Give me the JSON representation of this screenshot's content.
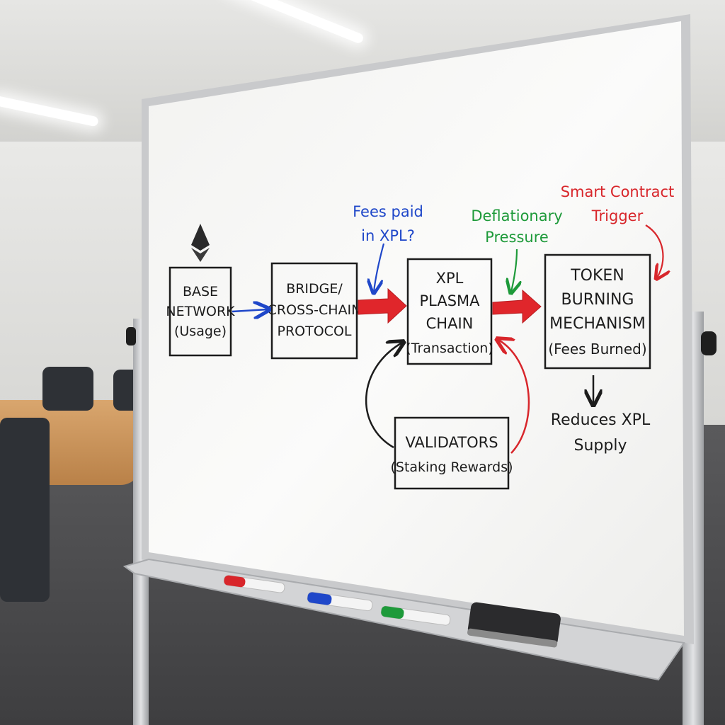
{
  "diagram": {
    "nodes": {
      "base": {
        "line1": "BASE",
        "line2": "NETWORK",
        "line3": "(Usage)"
      },
      "bridge": {
        "line1": "BRIDGE/",
        "line2": "CROSS-CHAIN",
        "line3": "PROTOCOL"
      },
      "xpl": {
        "line1": "XPL",
        "line2": "PLASMA",
        "line3": "CHAIN",
        "line4": "(Transaction)"
      },
      "token": {
        "line1": "TOKEN",
        "line2": "BURNING",
        "line3": "MECHANISM",
        "line4": "(Fees Burned)"
      },
      "validators": {
        "line1": "VALIDATORS",
        "line2": "(Staking Rewards)"
      }
    },
    "annotations": {
      "fees": {
        "line1": "Fees paid",
        "line2": "in XPL?",
        "color": "#1f47c9"
      },
      "deflation": {
        "line1": "Deflationary",
        "line2": "Pressure",
        "color": "#1e9a3a"
      },
      "smart": {
        "line1": "Smart Contract",
        "line2": "Trigger",
        "color": "#d8262b"
      },
      "reduces": {
        "line1": "Reduces XPL",
        "line2": "Supply"
      }
    },
    "icons": [
      "ethereum-icon"
    ],
    "colors": {
      "blue": "#1f47c9",
      "red": "#e0262b",
      "green": "#1e9a3a",
      "ink": "#1c1c1c"
    }
  },
  "tray": {
    "markers": [
      "red-marker",
      "blue-marker",
      "green-marker"
    ],
    "eraser": "eraser"
  }
}
